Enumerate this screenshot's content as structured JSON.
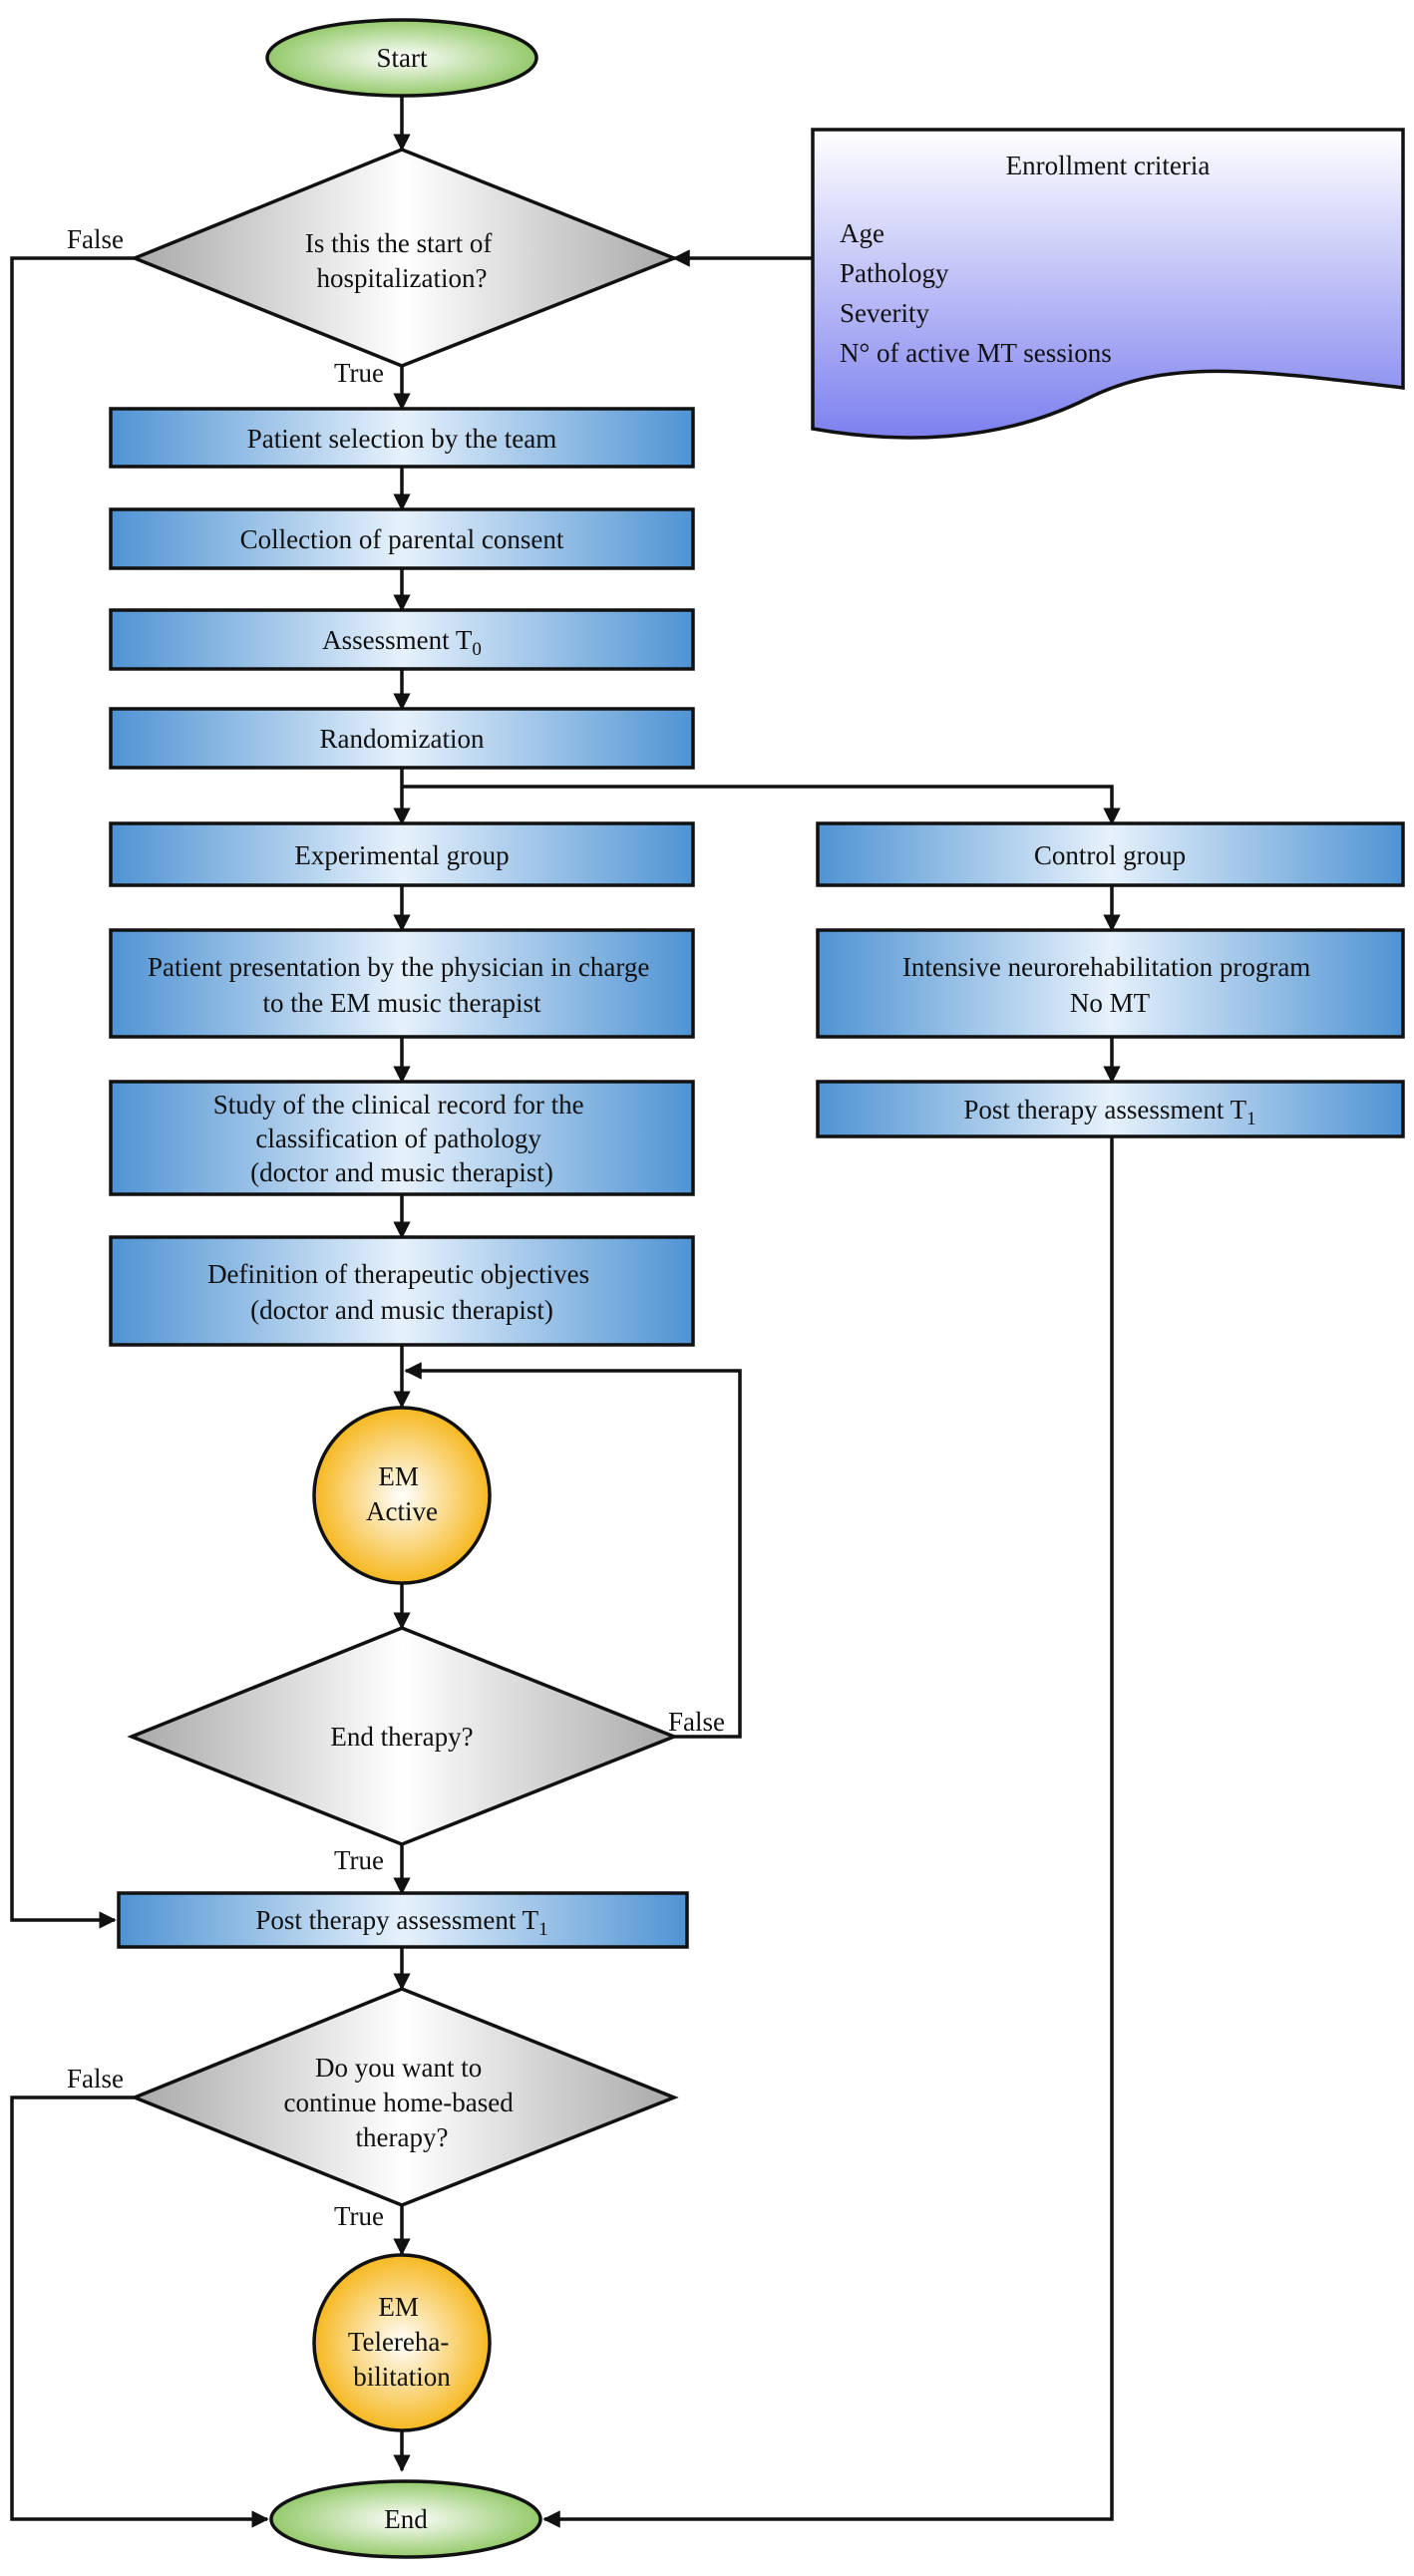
{
  "nodes": {
    "start": "Start",
    "q_hospitalization": [
      "Is this the start of",
      "hospitalization?"
    ],
    "enrollment_title": "Enrollment criteria",
    "enrollment_items": [
      "Age",
      "Pathology",
      "Severity",
      "N° of active MT sessions"
    ],
    "patient_selection": "Patient selection by the team",
    "parental_consent": "Collection of parental consent",
    "assessment_t0": {
      "text": "Assessment T",
      "sub": "0"
    },
    "randomization": "Randomization",
    "experimental_group": "Experimental group",
    "control_group": "Control group",
    "patient_presentation": [
      "Patient presentation by the physician in charge",
      "to the EM music therapist"
    ],
    "intensive_program": [
      "Intensive neurorehabilitation program",
      "No MT"
    ],
    "post_assessment_control": {
      "text": "Post therapy assessment T",
      "sub": "1"
    },
    "study_record": [
      "Study of the clinical record for the",
      "classification of pathology",
      "(doctor and music therapist)"
    ],
    "definition_objectives": [
      "Definition of therapeutic objectives",
      "(doctor and music therapist)"
    ],
    "em_active": [
      "EM",
      "Active"
    ],
    "q_end_therapy": "End therapy?",
    "post_assessment": {
      "text": "Post therapy assessment T",
      "sub": "1"
    },
    "q_home_therapy": [
      "Do you want to",
      "continue home-based",
      "therapy?"
    ],
    "em_telerehab": [
      "EM",
      "Telereha-",
      "bilitation"
    ],
    "end": "End"
  },
  "edge_labels": {
    "hosp_false": "False",
    "hosp_true": "True",
    "end_therapy_false": "False",
    "end_therapy_true": "True",
    "home_false": "False",
    "home_true": "True"
  },
  "colors": {
    "terminal_fill": "#a6d47c",
    "process_fill": "#5e9fd8",
    "decision_fill": "#c4c4c4",
    "circle_fill": "#f7b818",
    "document_fill": "#8f92ef"
  }
}
